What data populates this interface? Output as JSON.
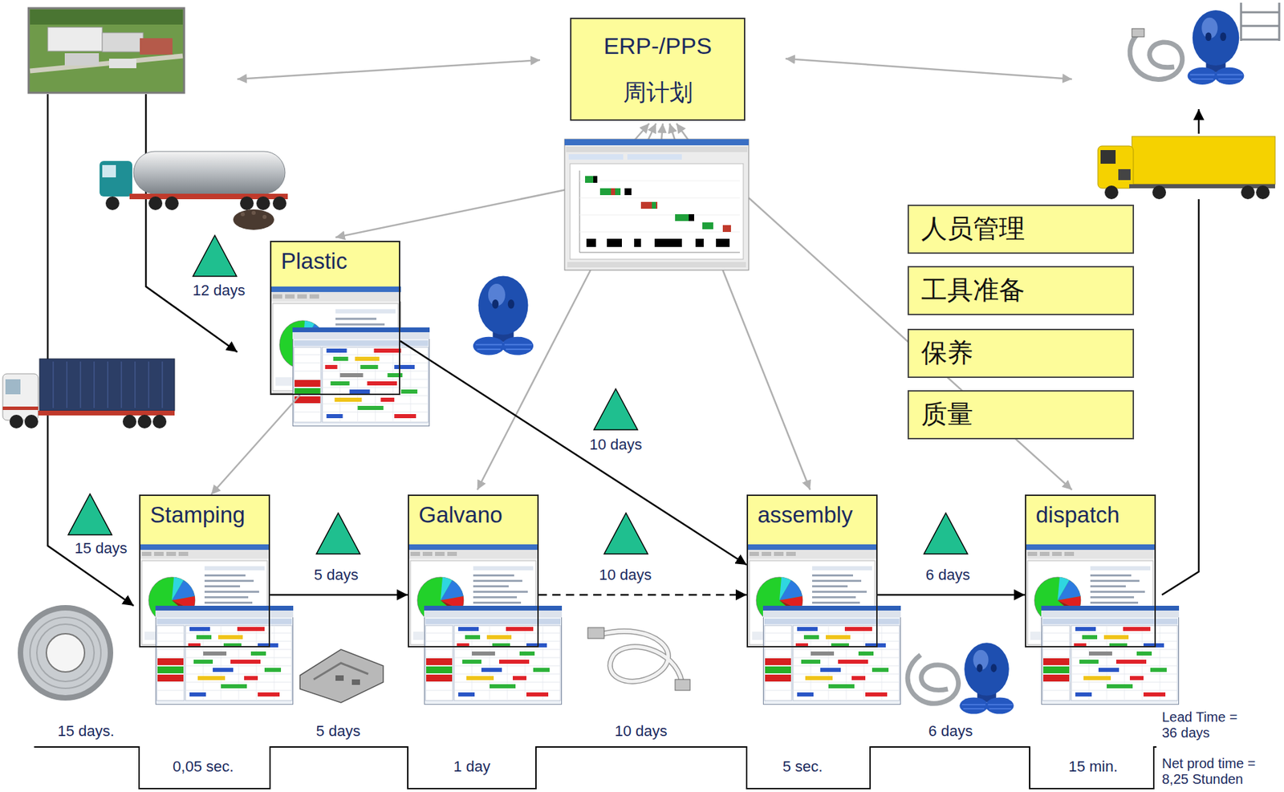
{
  "diagram": {
    "nodes": [
      {
        "text": [
          "ERP-/PPS",
          "周计划"
        ]
      },
      {
        "text": [
          "Plastic"
        ]
      },
      {
        "text": [
          "Stamping"
        ]
      },
      {
        "text": [
          "Galvano"
        ]
      },
      {
        "text": [
          "assembly"
        ]
      },
      {
        "text": [
          "dispatch"
        ]
      },
      {
        "text": [
          "人员管理"
        ]
      },
      {
        "text": [
          "工具准备"
        ]
      },
      {
        "text": [
          "保养"
        ]
      },
      {
        "text": [
          "质量"
        ]
      }
    ],
    "edges": [
      {
        "from": 1,
        "to": 4,
        "arrow": "to"
      },
      {
        "from": 1,
        "to": 2,
        "arrow": "to"
      },
      {
        "from": 2,
        "to": 3,
        "arrow": "to"
      },
      {
        "from": 3,
        "to": 4,
        "arrow": "to"
      },
      {
        "from": 4,
        "to": 5,
        "arrow": "to"
      }
    ],
    "labels": [
      "12 days",
      "15 days",
      "10 days",
      "5 days",
      "10 days",
      "6 days",
      "15 days.",
      "5 days",
      "10 days",
      "6 days",
      "Lead Time = 36 days",
      "0,05 sec.",
      "1 day",
      "5 sec.",
      "15 min.",
      "Net prod time = 8,25 Stunden"
    ]
  }
}
